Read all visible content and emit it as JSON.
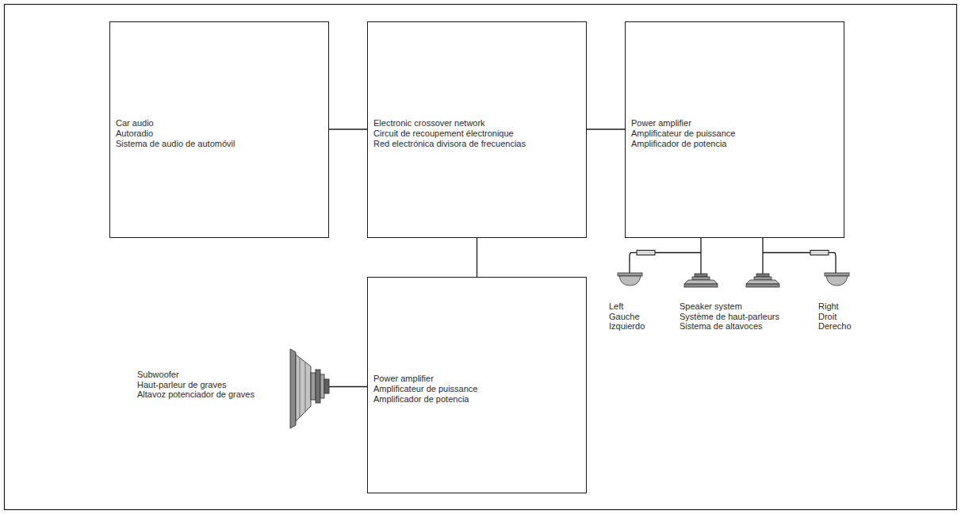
{
  "diagram": {
    "nodes": [
      {
        "text": [
          "Car audio",
          "Autoradio",
          "Sistema de audio de automóvil"
        ]
      },
      {
        "text": [
          "Electronic crossover network",
          "Circuit de recoupement électronique",
          "Red electrónica divisora de frecuencias"
        ]
      },
      {
        "text": [
          "Power amplifier",
          "Amplificateur de puissance",
          "Amplificador de potencia"
        ]
      },
      {
        "text": [
          "Power amplifier",
          "Amplificateur de puissance",
          "Amplificador de potencia"
        ]
      }
    ],
    "edges": [
      {
        "from": 0,
        "to": 1,
        "arrow": "none"
      },
      {
        "from": 1,
        "to": 2,
        "arrow": "none"
      },
      {
        "from": 1,
        "to": 3,
        "arrow": "none"
      }
    ],
    "labels": [
      "Left",
      "Gauche",
      "Izquierdo",
      "Speaker system",
      "Système de haut-parleurs",
      "Sistema de altavoces",
      "Right",
      "Droit",
      "Derecho",
      "Subwoofer",
      "Haut-parleur de graves",
      "Altavoz potenciador de graves"
    ]
  }
}
